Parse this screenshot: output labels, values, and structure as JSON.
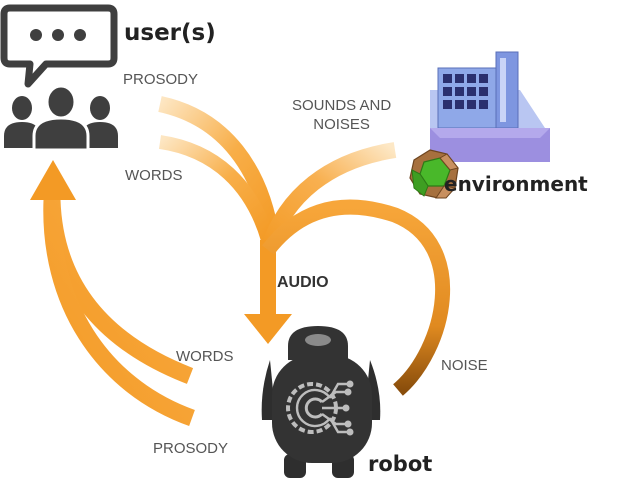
{
  "colors": {
    "arrow": "#F7A63A",
    "arrow_light": "#FBC97A",
    "noise_arrow_dark": "#9A5A10",
    "icon_dark": "#3F3F3F",
    "building_blue": "#8FA8E8",
    "building_purple": "#9C8FE0",
    "polyhedron_green": "#49B82A",
    "polyhedron_brown": "#A6703E"
  },
  "icons": {
    "user": [
      "chat-bubble-icon",
      "group-of-people-icon"
    ],
    "environment": [
      "building-icon",
      "dodecahedron-icon"
    ],
    "robot": [
      "robot-icon",
      "circuit-brain-icon"
    ]
  },
  "nodes": {
    "user": {
      "title": "user(s)"
    },
    "environment": {
      "title": "environment"
    },
    "robot": {
      "title": "robot"
    }
  },
  "edges": {
    "user_prosody": "PROSODY",
    "user_words": "WORDS",
    "env_sounds": "SOUNDS AND\nNOISES",
    "audio": "AUDIO",
    "robot_words": "WORDS",
    "robot_prosody": "PROSODY",
    "noise": "NOISE"
  }
}
